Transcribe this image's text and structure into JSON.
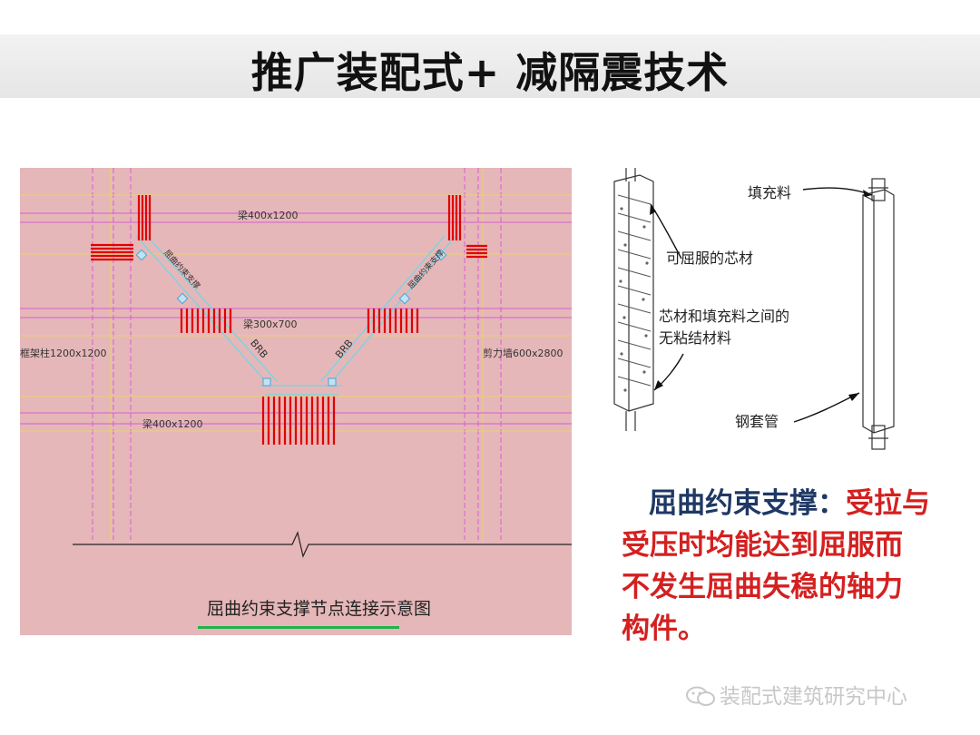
{
  "title": "推广装配式+ 减隔震技术",
  "drawing": {
    "caption": "屈曲约束支撑节点连接示意图",
    "labels": {
      "beam_top": "梁400x1200",
      "beam_mid": "梁300x700",
      "beam_bottom": "梁400x1200",
      "column_left": "框架柱1200x1200",
      "shear_wall": "剪力墙600x2800",
      "brb_left": "BRB",
      "brb_right": "BRB",
      "brace_left": "屈曲约束支撑",
      "brace_right": "屈曲约束支撑"
    }
  },
  "diagram": {
    "callouts": {
      "fill": "填充料",
      "core": "可屈服的芯材",
      "unbonded_line1": "芯材和填充料之间的",
      "unbonded_line2": "无粘结材料",
      "tube": "钢套管"
    }
  },
  "description": {
    "highlight": "屈曲约束支撑：",
    "rest": "受拉与受压时均能达到屈服而不发生屈曲失稳的轴力构件。"
  },
  "watermark": "装配式建筑研究中心",
  "colors": {
    "drawing_bg": "#e6b7b9",
    "highlight": "#1f3864",
    "text_red": "#d42020",
    "underline": "#22b14c"
  }
}
